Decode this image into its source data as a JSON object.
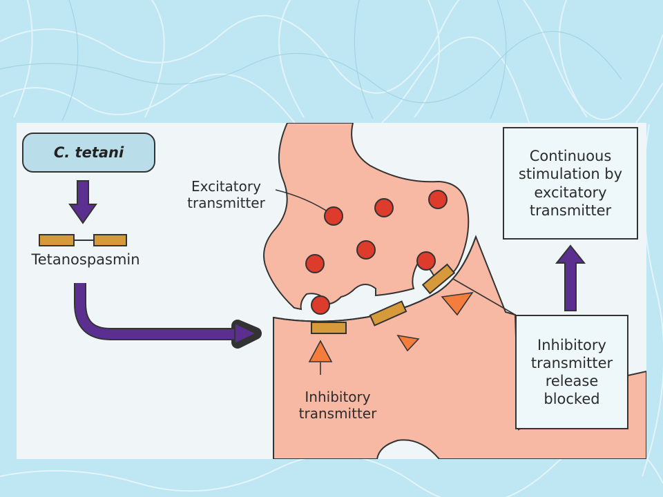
{
  "slide": {
    "source_label": "C. tetani",
    "toxin_label": "Tetanospasmin",
    "excitatory_label": "Excitatory transmitter",
    "inhibitory_label": "Inhibitory transmitter",
    "result_box": "Continuous stimulation by excitatory transmitter",
    "blocked_box": "Inhibitory transmitter release blocked"
  },
  "colors": {
    "background": "#bfe6f3",
    "panel": "#f0f6f8",
    "neuron": "#f7b8a4",
    "excitatory_vesicle": "#dd3b2b",
    "inhibitory_triangle": "#f47c3d",
    "toxin_block": "#d69a3a",
    "arrow": "#5b2f90"
  }
}
